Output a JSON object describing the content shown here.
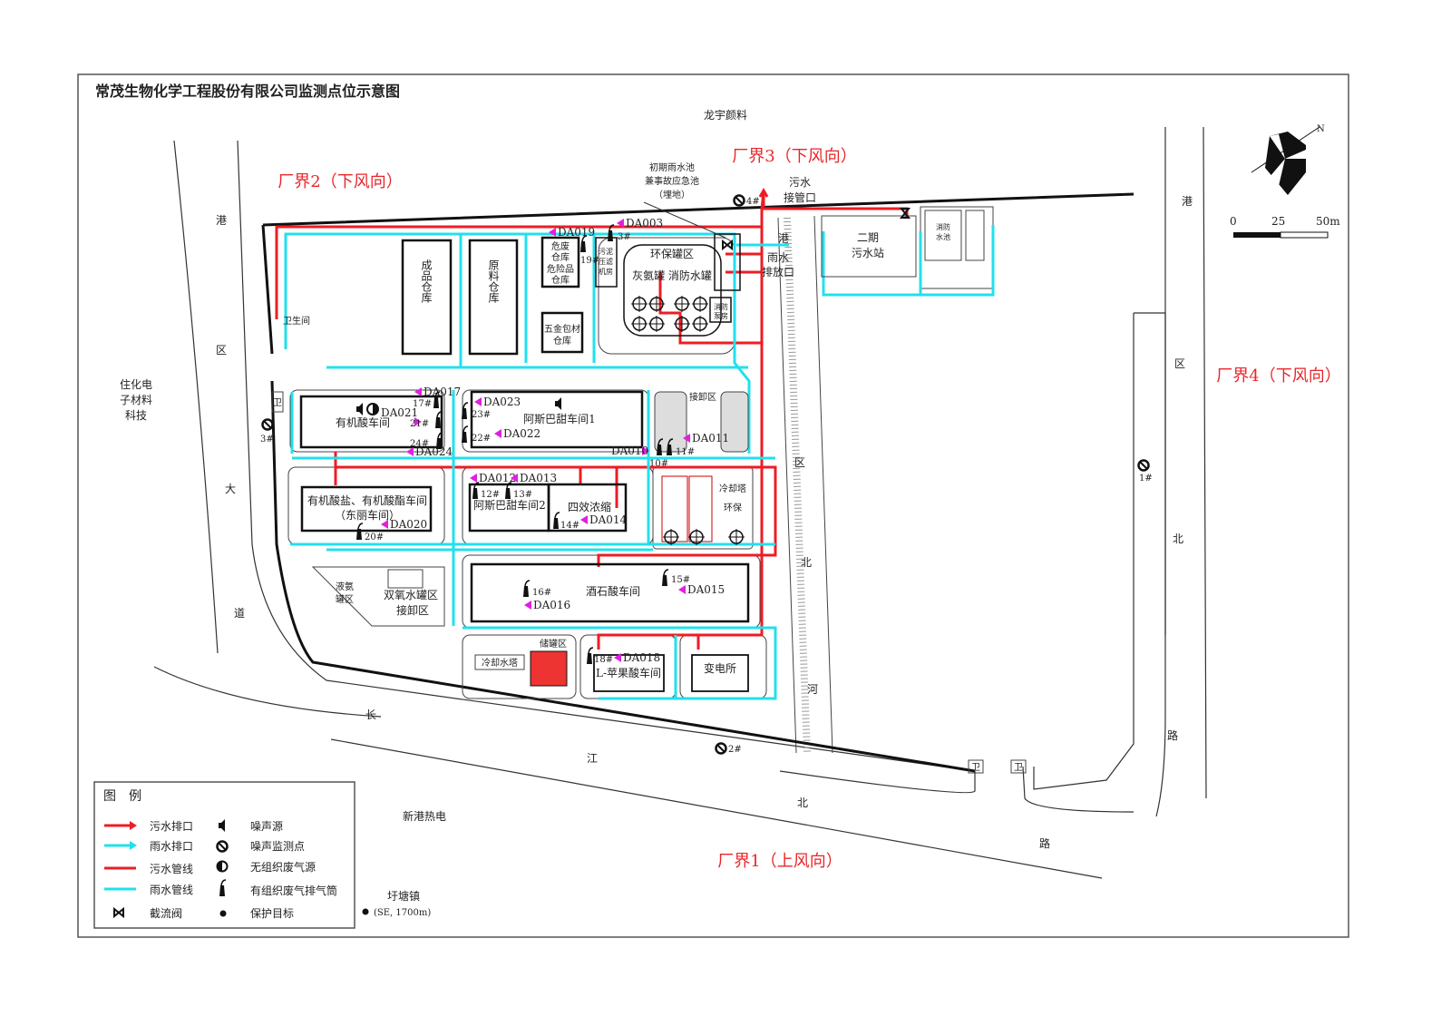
{
  "title": "常茂生物化学工程股份有限公司监测点位示意图",
  "neighbors": {
    "north": "龙宇颜料",
    "west_1": "住化电",
    "west_2": "子材料",
    "west_3": "科技",
    "south": "新港热电",
    "town": "圩塘镇",
    "town_dist": "(SE, 1700m)"
  },
  "roads": {
    "west": [
      "港",
      "区",
      "大",
      "道"
    ],
    "south": [
      "长",
      "江",
      "北",
      "路"
    ],
    "east": [
      "港",
      "区",
      "北",
      "路"
    ],
    "river": [
      "港",
      "区",
      "北",
      "河"
    ]
  },
  "boundaries": {
    "b1": "厂界1（上风向）",
    "b2": "厂界2（下风向）",
    "b3": "厂界3（下风向）",
    "b4": "厂界4（下风向）"
  },
  "buildings": {
    "finished_wh": "成品仓库",
    "raw_wh": "原料仓库",
    "hazwaste_1": "危废",
    "hazwaste_2": "仓库",
    "hazchem_1": "危险品",
    "hazchem_2": "仓库",
    "sludge_1": "污泥",
    "sludge_2": "压滤",
    "sludge_3": "机房",
    "hardware_1": "五金包材",
    "hardware_2": "仓库",
    "env_tank": "环保罐区",
    "tanks": "灰氨罐 消防水罐",
    "fire_pump_1": "消防",
    "fire_pump_2": "泵房",
    "pool_1": "初期雨水池",
    "pool_2": "兼事故应急池",
    "pool_3": "（埋地）",
    "sewage_inlet_1": "污水",
    "sewage_inlet_2": "接管口",
    "rain_outlet_1": "雨水",
    "rain_outlet_2": "排放口",
    "phase2_1": "二期",
    "phase2_2": "污水站",
    "fire_pool_1": "消防",
    "fire_pool_2": "水池",
    "toilet": "卫生间",
    "organic_acid": "有机酸车间",
    "aspartame_1": "阿斯巴甜车间1",
    "unload_1": "接卸区",
    "organic_salt_1": "有机酸盐、有机酸酯车间",
    "organic_salt_2": "（东丽车间）",
    "aspartame_2": "阿斯巴甜车间2",
    "four_effect": "四效浓缩",
    "cooling_tower_1": "冷却塔",
    "env_room": "环保",
    "tartaric": "酒石酸车间",
    "liquid_ammonia_1": "液氨",
    "liquid_ammonia_2": "罐区",
    "h2o2_tank": "双氧水罐区",
    "unload_2": "接卸区",
    "cooling_tower_2": "冷却水塔",
    "storage_tank": "储罐区",
    "malic": "L-苹果酸车间",
    "substation": "变电所",
    "guard": "卫"
  },
  "outlets": [
    "DA003",
    "DA010",
    "DA011",
    "DA012",
    "DA013",
    "DA014",
    "DA015",
    "DA016",
    "DA017",
    "DA018",
    "DA019",
    "DA020",
    "DA021",
    "DA022",
    "DA023",
    "DA024"
  ],
  "stacks": [
    "3#",
    "10#",
    "11#",
    "12#",
    "13#",
    "14#",
    "15#",
    "16#",
    "17#",
    "18#",
    "19#",
    "20#",
    "21#",
    "22#",
    "23#",
    "24#"
  ],
  "noise_points": [
    "1#",
    "2#",
    "3#",
    "4#"
  ],
  "scale": {
    "zero": "0",
    "mid": "25",
    "end": "50m"
  },
  "north_label": "N",
  "legend": {
    "title": "图　例",
    "items": [
      {
        "label": "污水排口",
        "color": "#ee1c24"
      },
      {
        "label": "雨水排口",
        "color": "#22e0ee"
      },
      {
        "label": "污水管线",
        "color": "#ee1c24"
      },
      {
        "label": "雨水管线",
        "color": "#22e0ee"
      },
      {
        "label": "截流阀"
      },
      {
        "label": "噪声源"
      },
      {
        "label": "噪声监测点"
      },
      {
        "label": "无组织废气源"
      },
      {
        "label": "有组织废气排气筒"
      },
      {
        "label": "保护目标"
      }
    ]
  }
}
